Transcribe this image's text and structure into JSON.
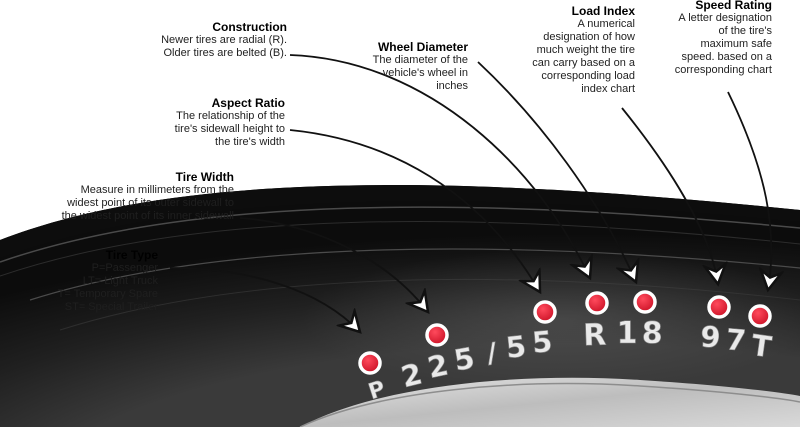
{
  "labels": {
    "construction": {
      "title": "Construction",
      "lines": [
        "Newer tires are radial (R).",
        "Older tires are belted (B)."
      ]
    },
    "wheel_diameter": {
      "title": "Wheel Diameter",
      "lines": [
        "The diameter of the",
        "vehicle's wheel in",
        "inches"
      ]
    },
    "load_index": {
      "title": "Load Index",
      "lines": [
        "A numerical",
        "designation of how",
        "much weight the tire",
        "can carry based on a",
        "corresponding load",
        "index chart"
      ]
    },
    "speed_rating": {
      "title": "Speed Rating",
      "lines": [
        "A letter designation",
        "of the tire's",
        "maximum safe",
        "speed. based on a",
        "corresponding chart"
      ]
    },
    "aspect_ratio": {
      "title": "Aspect Ratio",
      "lines": [
        "The relationship of the",
        "tire's sidewall height to",
        "the tire's width"
      ]
    },
    "tire_width": {
      "title": "Tire Width",
      "lines": [
        "Measure in millimeters from the",
        "widest point of its outer sidewall to",
        "the widest point of its inner sidewall"
      ]
    },
    "tire_type": {
      "title": "Tire Type",
      "lines": [
        "P=Passenger",
        "LT= Light Truck",
        "T= Temporary Spare",
        "ST= Special Trailer"
      ]
    }
  },
  "sidewall_code": [
    "P",
    "2",
    "2",
    "5",
    "/",
    "5",
    "5",
    "R",
    "1",
    "8",
    "9",
    "7",
    "T"
  ],
  "colors": {
    "marker": "#e1122b",
    "tire_dark": "#1e1e1e",
    "rim": "#cfcfcf",
    "arrow": "#111111"
  }
}
